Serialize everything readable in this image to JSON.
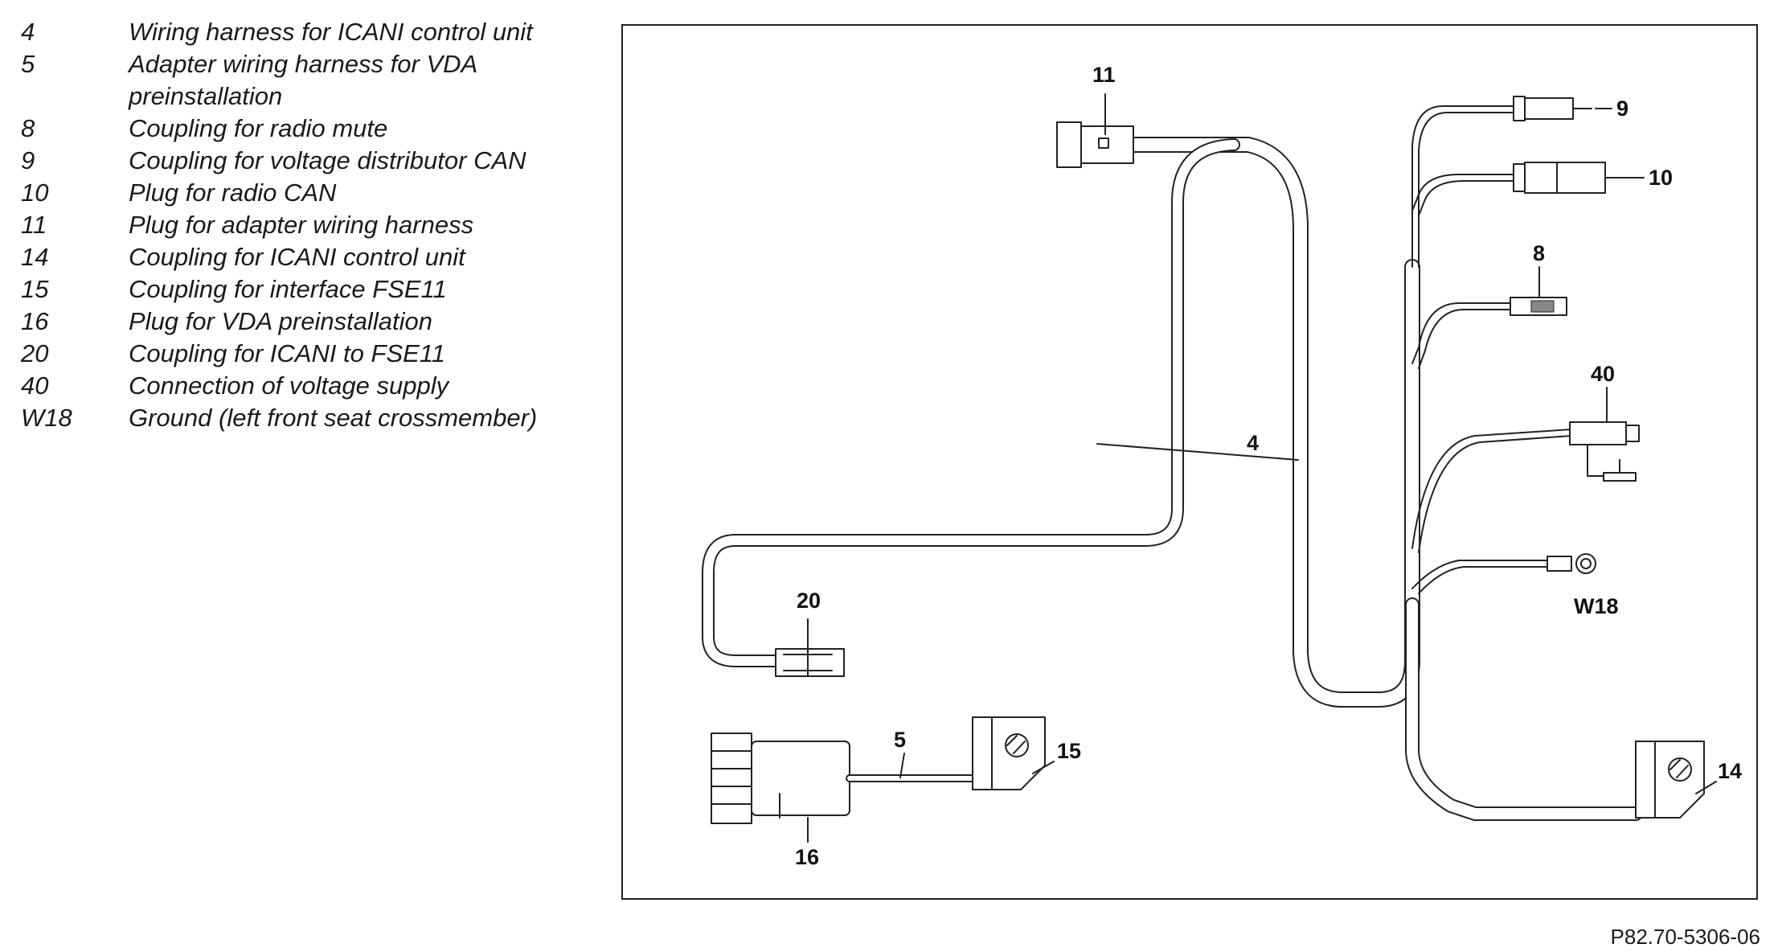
{
  "legend": [
    {
      "num": "4",
      "desc": "Wiring harness for ICANI control unit"
    },
    {
      "num": "5",
      "desc": "Adapter wiring harness for VDA preinstallation"
    },
    {
      "num": "8",
      "desc": "Coupling for radio mute"
    },
    {
      "num": "9",
      "desc": "Coupling for voltage distributor CAN"
    },
    {
      "num": "10",
      "desc": "Plug for radio CAN"
    },
    {
      "num": "11",
      "desc": "Plug for adapter wiring harness"
    },
    {
      "num": "14",
      "desc": "Coupling for ICANI control unit"
    },
    {
      "num": "15",
      "desc": "Coupling for interface FSE11"
    },
    {
      "num": "16",
      "desc": "Plug for VDA preinstallation"
    },
    {
      "num": "20",
      "desc": "Coupling for ICANI to FSE11"
    },
    {
      "num": "40",
      "desc": "Connection of voltage supply"
    },
    {
      "num": "W18",
      "desc": "Ground (left front seat crossmember)"
    }
  ],
  "callouts": {
    "c4": "4",
    "c5": "5",
    "c8": "8",
    "c9": "9",
    "c10": "10",
    "c11": "11",
    "c14": "14",
    "c15": "15",
    "c16": "16",
    "c20": "20",
    "c40": "40",
    "cW18": "W18"
  },
  "figure_code": "P82.70-5306-06"
}
